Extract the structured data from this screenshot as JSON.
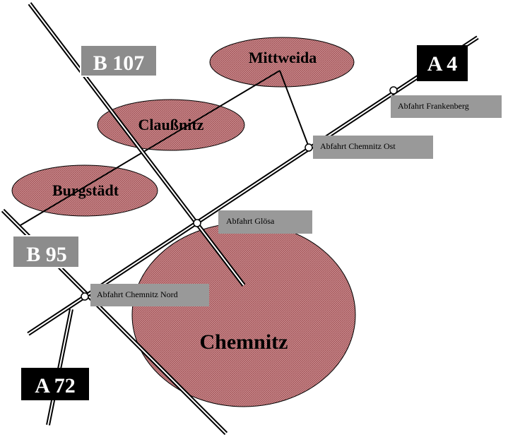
{
  "map": {
    "towns": {
      "mittweida": "Mittweida",
      "claussnitz": "Claußnitz",
      "burgstaedt": "Burgstädt",
      "chemnitz": "Chemnitz"
    },
    "exits": {
      "frankenberg": "Abfahrt Frankenberg",
      "chemnitz_ost": "Abfahrt Chemnitz Ost",
      "gloesa": "Abfahrt Glösa",
      "chemnitz_nord": "Abfahrt Chemnitz Nord"
    },
    "road_signs": {
      "b107": "B 107",
      "a4": "A 4",
      "b95": "B 95",
      "a72": "A 72"
    },
    "colors": {
      "town_fill": "#b36b6e",
      "label_box": "#999999",
      "motorway_sign": "#000000",
      "federal_sign": "#8c8c8c"
    }
  }
}
